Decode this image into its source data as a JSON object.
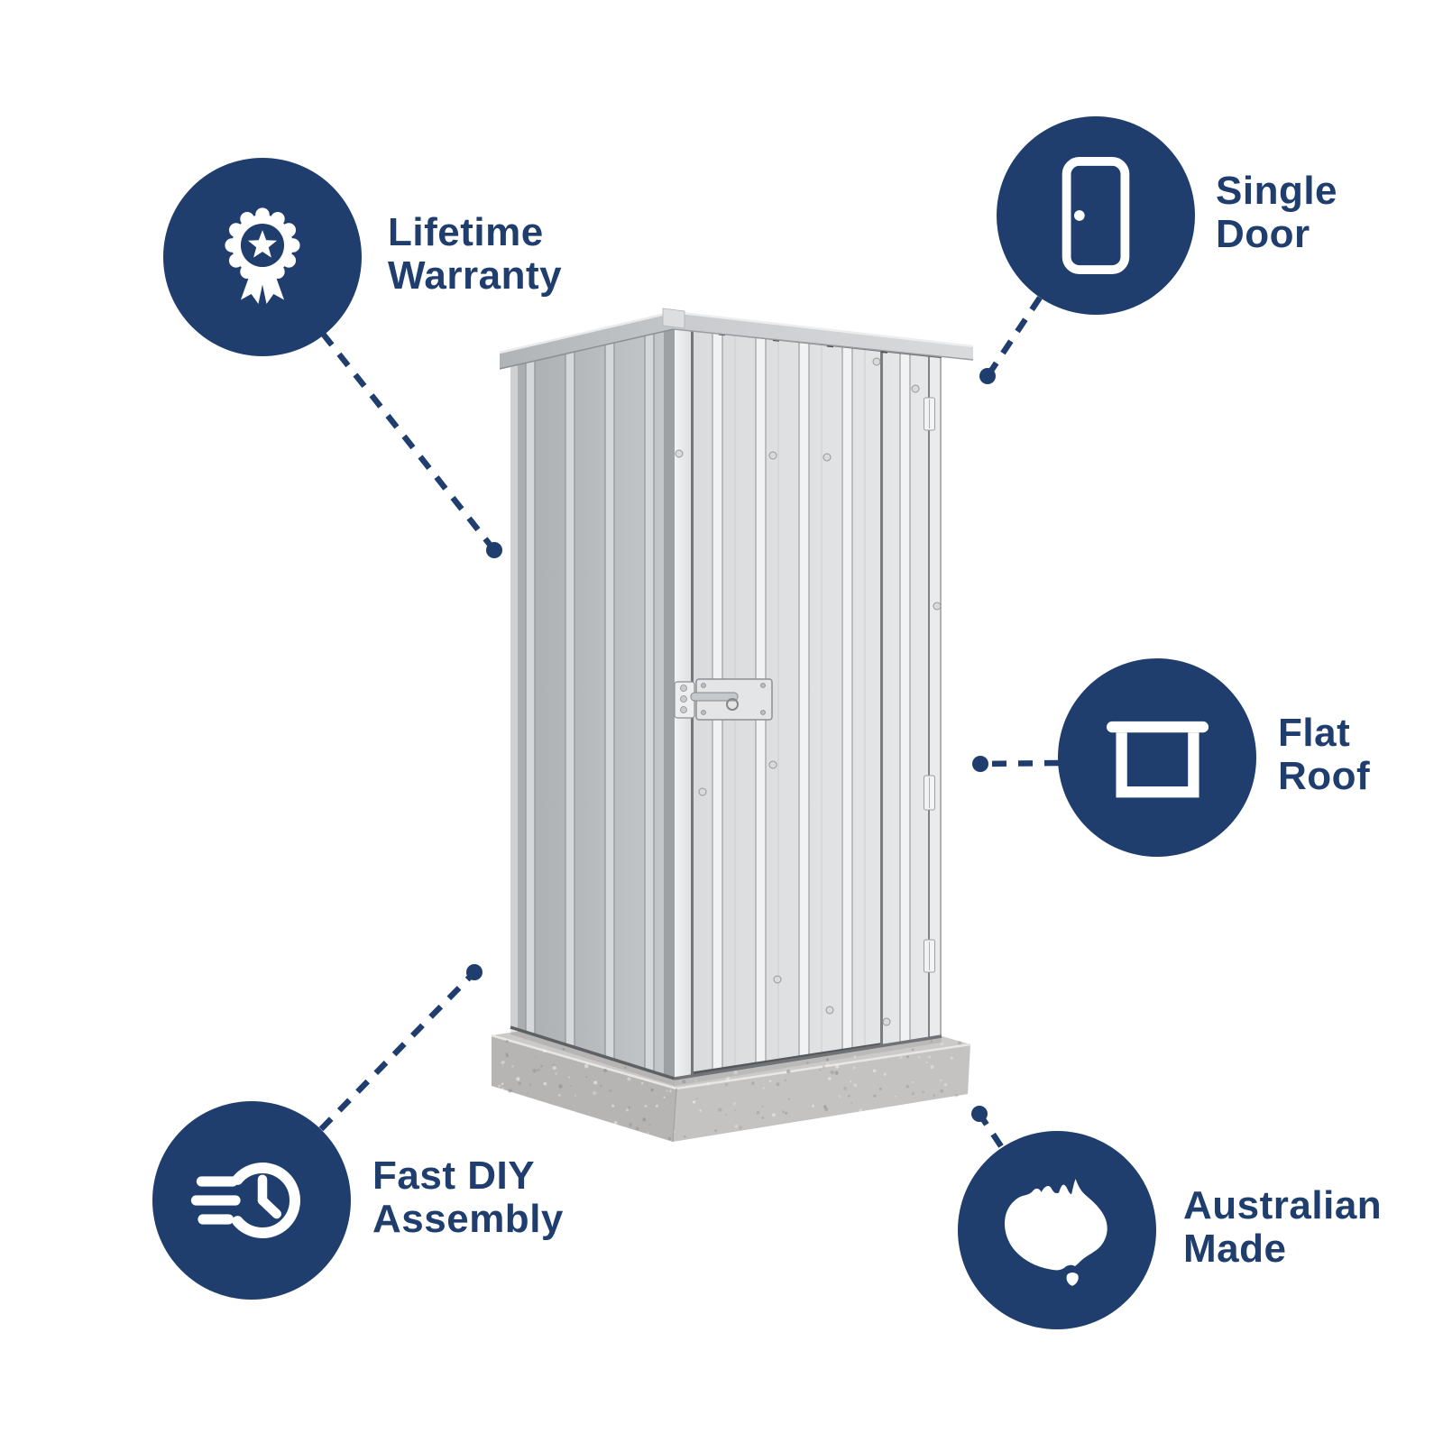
{
  "colors": {
    "navy": "#1f3e6e",
    "background": "#ffffff",
    "shed_metal": "#dfe1e3",
    "concrete": "#c9c8c6"
  },
  "illustration": {
    "name": "metal-garden-shed-on-concrete-slab"
  },
  "features": [
    {
      "id": "lifetime-warranty",
      "icon": "award-ribbon-icon",
      "label_line1": "Lifetime",
      "label_line2": "Warranty"
    },
    {
      "id": "single-door",
      "icon": "door-icon",
      "label_line1": "Single",
      "label_line2": "Door"
    },
    {
      "id": "flat-roof",
      "icon": "flat-roof-icon",
      "label_line1": "Flat",
      "label_line2": "Roof"
    },
    {
      "id": "fast-diy-assembly",
      "icon": "speed-clock-icon",
      "label_line1": "Fast DIY",
      "label_line2": "Assembly"
    },
    {
      "id": "australian-made",
      "icon": "australia-map-icon",
      "label_line1": "Australian",
      "label_line2": "Made"
    }
  ]
}
